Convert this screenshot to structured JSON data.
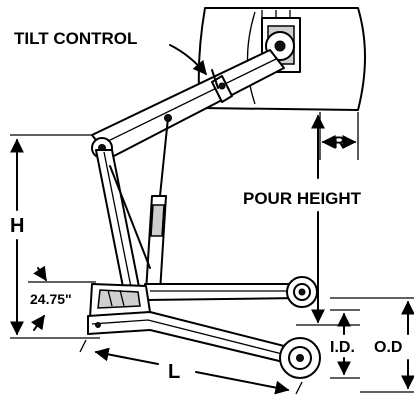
{
  "labels": {
    "tilt_control": "TILT CONTROL",
    "pour_height": "POUR HEIGHT",
    "h": "H",
    "r": "R",
    "l": "L",
    "id": "I.D.",
    "od": "O.D",
    "leg_width": "24.75\""
  }
}
